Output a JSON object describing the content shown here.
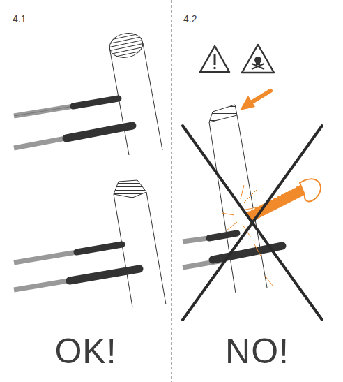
{
  "diagram": {
    "labels": [
      "4.1",
      "4.2",
      "OK!",
      "NO!"
    ]
  }
}
